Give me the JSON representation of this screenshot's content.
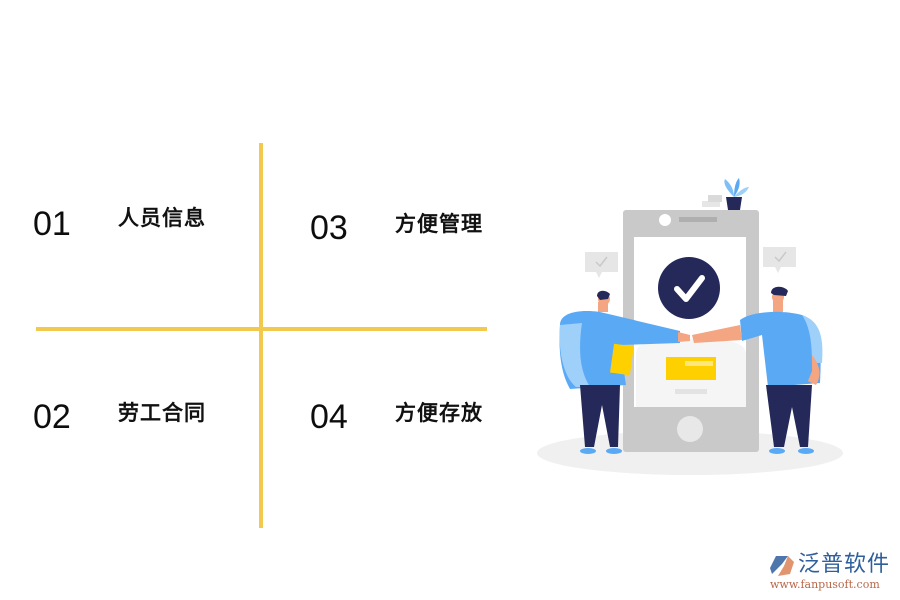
{
  "items": [
    {
      "number": "01",
      "label": "人员信息"
    },
    {
      "number": "02",
      "label": "劳工合同"
    },
    {
      "number": "03",
      "label": "方便管理"
    },
    {
      "number": "04",
      "label": "方便存放"
    }
  ],
  "colors": {
    "divider": "#F2C94C",
    "figure_shirt": "#5AA9F5",
    "figure_pants": "#1F2A5C",
    "check_circle": "#24295A",
    "card_yellow": "#FFD000",
    "phone_gray": "#C9C9C9"
  },
  "logo": {
    "name": "泛普软件",
    "url": "www.fanpusoft.com"
  }
}
